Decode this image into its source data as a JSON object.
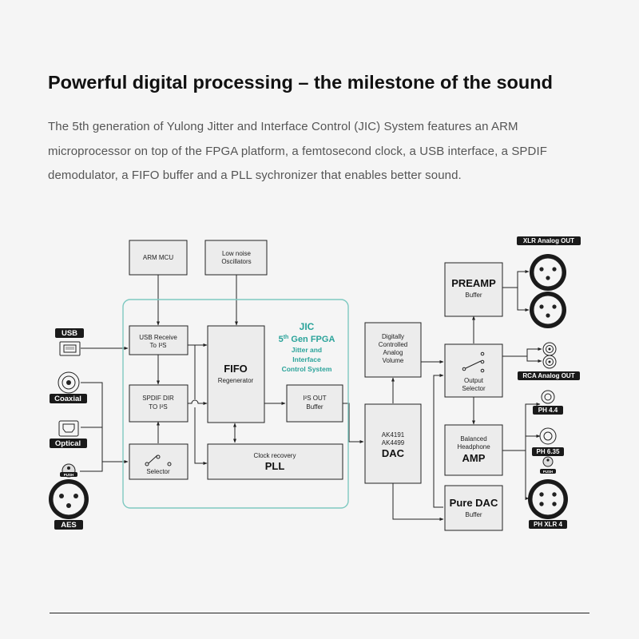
{
  "heading": "Powerful digital processing – the milestone of the sound",
  "intro": "The 5th generation of Yulong Jitter and Interface Control (JIC) System features an ARM microprocessor on top of the FPGA platform, a femtosecond clock, a USB interface, a SPDIF demodulator, a FIFO buffer and a PLL sychronizer that enables better sound.",
  "colors": {
    "fpga_border": "#7ec9c1",
    "jic_text": "#2aa39a",
    "tag_bg": "#1a1a1a"
  },
  "inputs": {
    "usb": "USB",
    "coaxial": "Coaxial",
    "optical": "Optical",
    "aes": "AES",
    "aes_push": "PUSH"
  },
  "blocks": {
    "arm_mcu": "ARM MCU",
    "oscillators_l1": "Low noise",
    "oscillators_l2": "Oscillators",
    "usb_receive_l1": "USB Receive",
    "usb_receive_l2": "To I²S",
    "spdif_l1": "SPDIF DIR",
    "spdif_l2": "TO I²S",
    "selector": "Selector",
    "fifo_title": "FIFO",
    "fifo_sub": "Regenerator",
    "i2s_out_l1": "I²S OUT",
    "i2s_out_l2": "Buffer",
    "pll_sub": "Clock recovery",
    "pll_title": "PLL",
    "jic_l1": "JIC",
    "jic_l2_a": "5",
    "jic_l2_sup": "th",
    "jic_l2_b": " Gen FPGA",
    "jic_l3": "Jitter and",
    "jic_l4": "Interface",
    "jic_l5": "Control System",
    "volume_l1": "Digitally",
    "volume_l2": "Controlled",
    "volume_l3": "Analog",
    "volume_l4": "Volume",
    "dac_l1": "AK4191",
    "dac_l2": "AK4499",
    "dac_title": "DAC",
    "preamp_title": "PREAMP",
    "preamp_sub": "Buffer",
    "output_selector_l1": "Output",
    "output_selector_l2": "Selector",
    "hp_amp_l1": "Balanced",
    "hp_amp_l2": "Headphone",
    "hp_amp_title": "AMP",
    "pure_dac_title": "Pure DAC",
    "pure_dac_sub": "Buffer"
  },
  "outputs": {
    "xlr": "XLR Analog OUT",
    "rca": "RCA Analog OUT",
    "ph44": "PH 4.4",
    "ph635": "PH 6.35",
    "phxlr": "PH XLR 4",
    "phxlr_push": "PUSH"
  }
}
